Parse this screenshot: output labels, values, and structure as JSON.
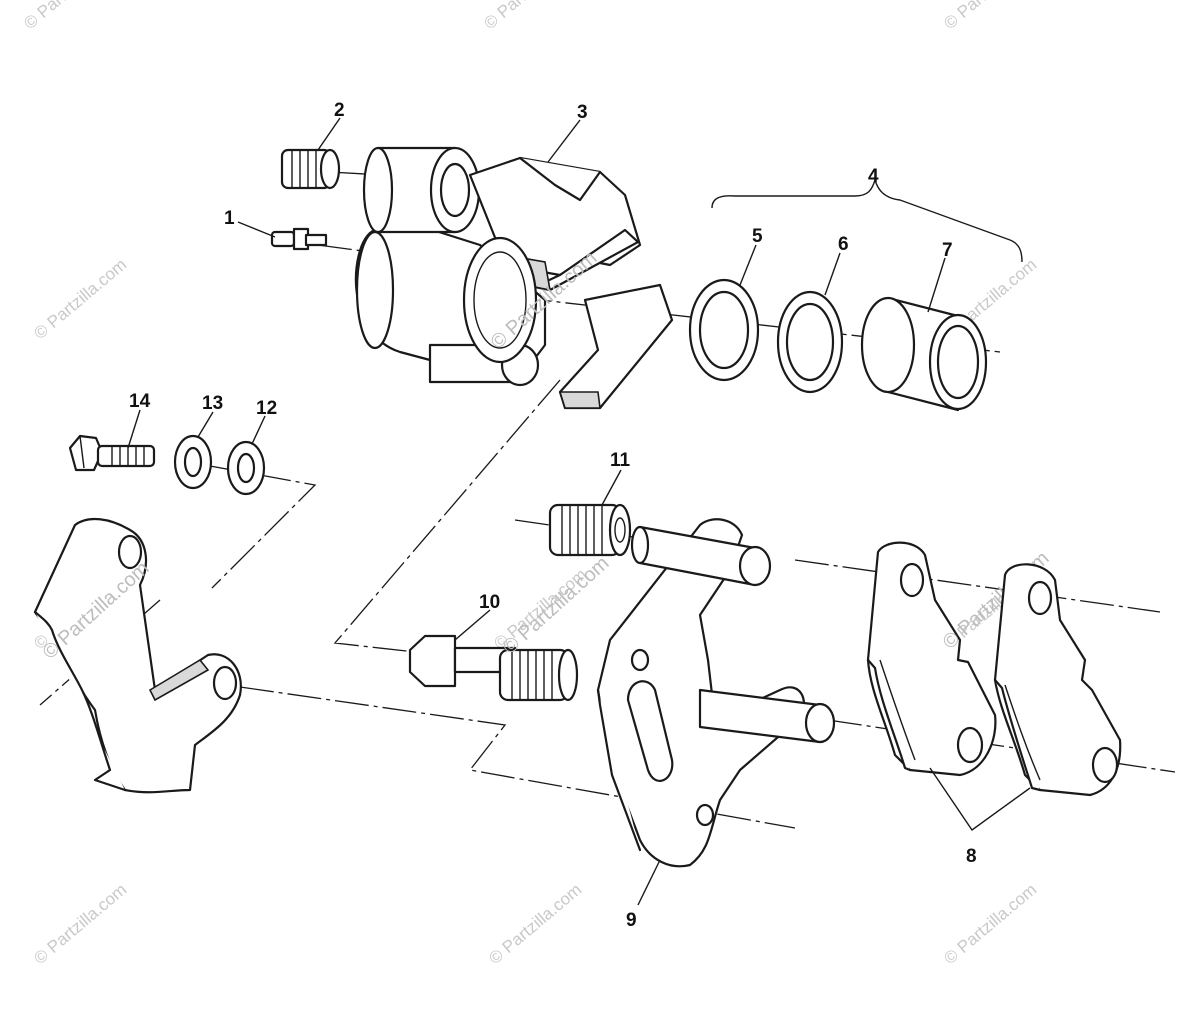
{
  "diagram": {
    "callouts": [
      "1",
      "2",
      "3",
      "4",
      "5",
      "6",
      "7",
      "8",
      "9",
      "10",
      "11",
      "12",
      "13",
      "14"
    ]
  },
  "watermark": {
    "text": "© Partzilla.com"
  },
  "colors": {
    "ink": "#1a1a1a",
    "paper": "#ffffff",
    "watermark": "#c9c9c9"
  }
}
